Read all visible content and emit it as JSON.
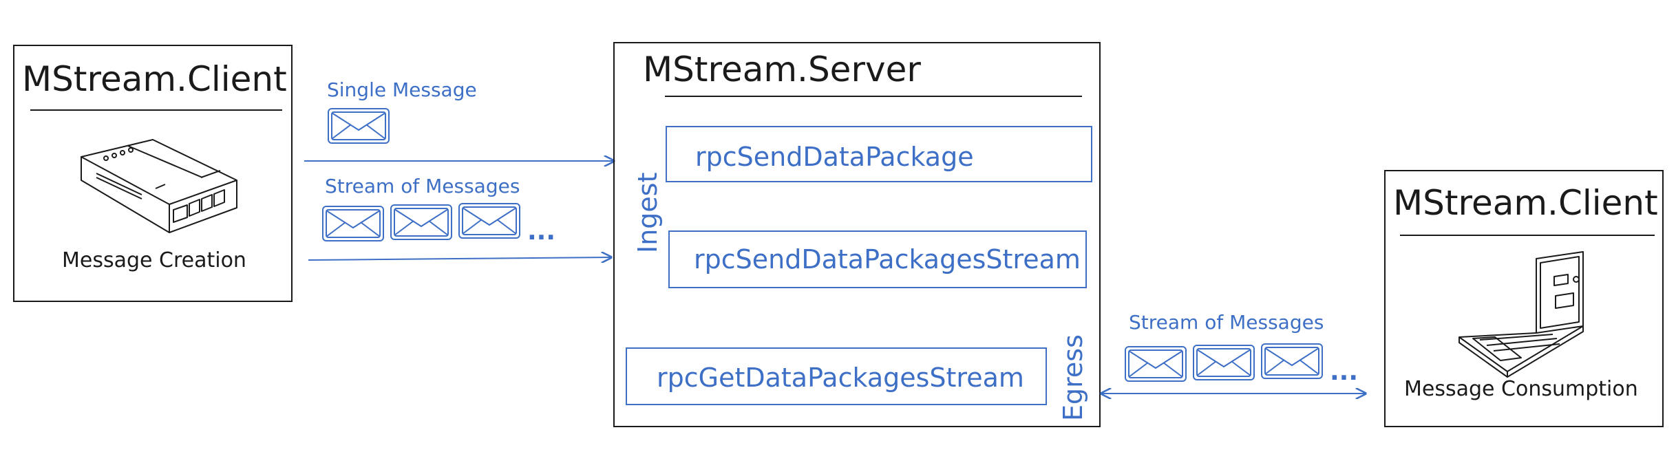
{
  "client_left": {
    "title": "MStream.Client",
    "caption": "Message Creation",
    "device_icon": "network-router-icon"
  },
  "client_right": {
    "title": "MStream.Client",
    "caption": "Message Consumption",
    "device_icon": "laptop-icon"
  },
  "server": {
    "title": "MStream.Server",
    "ingest_label": "Ingest",
    "egress_label": "Egress",
    "methods": {
      "send_single": "rpcSendDataPackage",
      "send_stream": "rpcSendDataPackagesStream",
      "get_stream": "rpcGetDataPackagesStream"
    }
  },
  "flows": {
    "single_label": "Single Message",
    "stream_in_label": "Stream of Messages",
    "stream_out_label": "Stream of Messages",
    "ellipsis": "..."
  },
  "colors": {
    "ink": "#1a1a1a",
    "accent": "#3d6fc6",
    "background": "#ffffff"
  }
}
